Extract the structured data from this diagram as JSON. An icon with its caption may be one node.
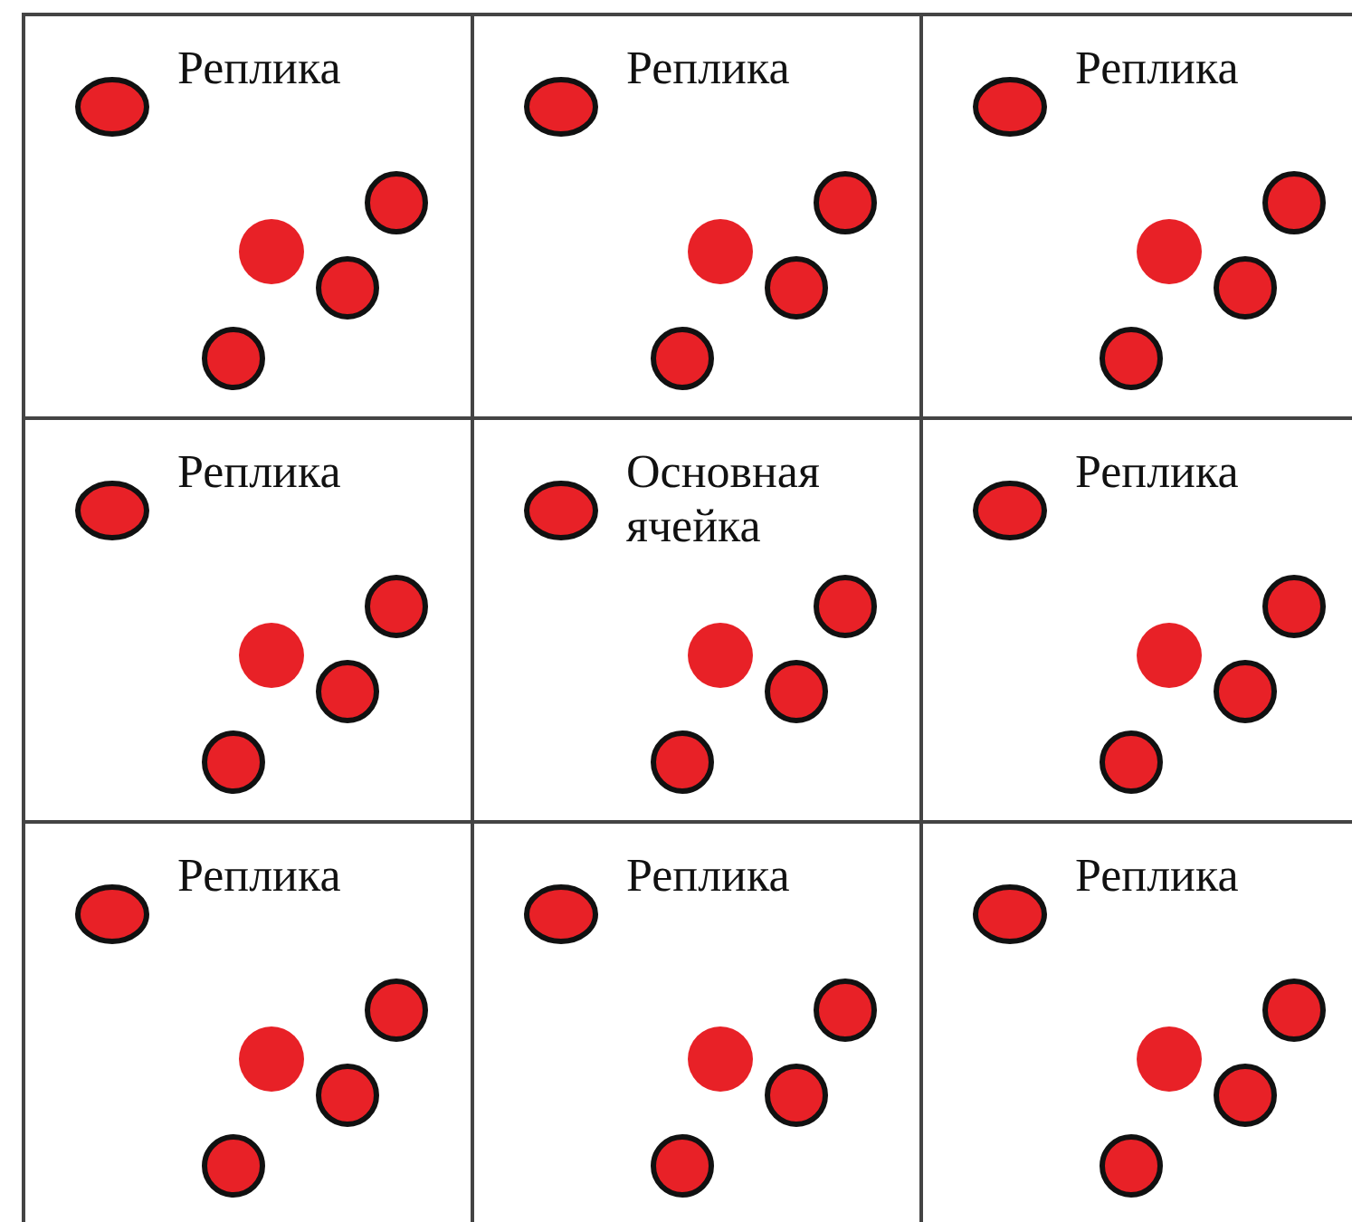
{
  "diagram": {
    "nodes": [
      {
        "text": [
          "Реплика"
        ]
      },
      {
        "text": [
          "Реплика"
        ]
      },
      {
        "text": [
          "Реплика"
        ]
      },
      {
        "text": [
          "Реплика"
        ]
      },
      {
        "text": [
          "Основная ячейка"
        ]
      },
      {
        "text": [
          "Реплика"
        ]
      },
      {
        "text": [
          "Реплика"
        ]
      },
      {
        "text": [
          "Реплика"
        ]
      },
      {
        "text": [
          "Реплика"
        ]
      }
    ]
  }
}
